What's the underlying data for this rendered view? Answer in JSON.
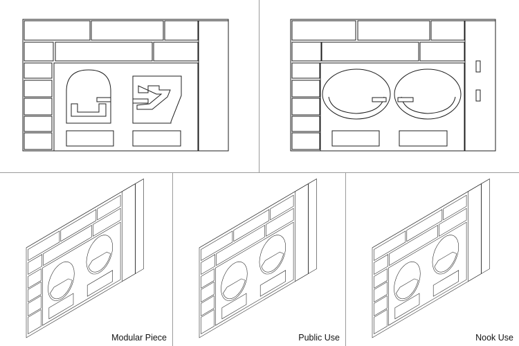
{
  "captions": {
    "modular": "Modular Piece",
    "public": "Public Use",
    "nook": "Nook Use"
  },
  "finishes": {
    "modular": {
      "front": "#4a3a34",
      "side": "#5a473f",
      "top": "#6a564c",
      "cavity": "#e6ebf2",
      "fabric": "#9fb8e0",
      "fabric_dark": "#4d6fb8"
    },
    "public": {
      "front": "#e3d3c4",
      "side": "#efe2d6",
      "top": "#f3e9df",
      "cavity": "#e8edf3",
      "fabric": "#a9bfdf",
      "fabric_dark": "#6f8fc6"
    },
    "nook": {
      "front": "#efe6dc",
      "side": "#f6efe7",
      "top": "#faf5ef",
      "cavity": "#eeeeee",
      "fabric": "#c43b3b",
      "fabric_dark": "#2f7a4a"
    }
  },
  "line_color": "#1c1c1c",
  "divider_color": "#9a9a9a"
}
